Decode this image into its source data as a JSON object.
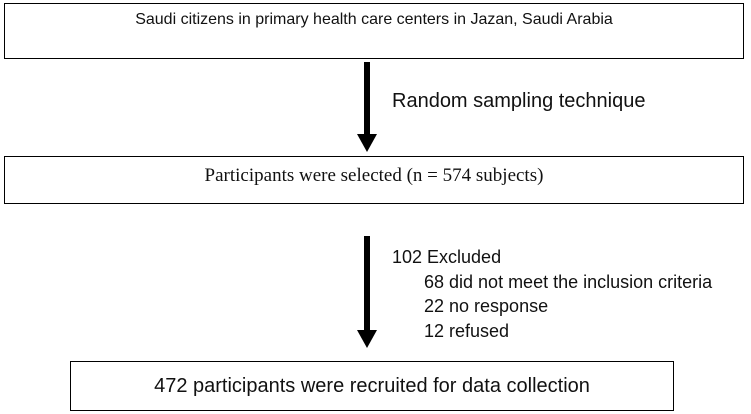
{
  "flowchart": {
    "step1": "Saudi citizens in primary health care centers in Jazan, Saudi Arabia",
    "sampling_label": "Random sampling technique",
    "step2": "Participants were selected (n = 574 subjects)",
    "exclusion": {
      "title": "102 Excluded",
      "reasons": [
        "68 did not meet the inclusion criteria",
        "22 no response",
        "12 refused"
      ]
    },
    "step3": "472 participants were recruited for data collection"
  },
  "colors": {
    "line": "#000000",
    "text": "#111111",
    "background": "#ffffff"
  }
}
